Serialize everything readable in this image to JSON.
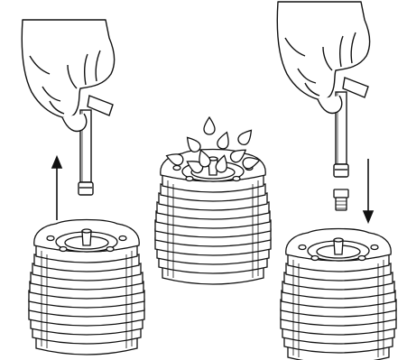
{
  "figure": {
    "panels": [
      {
        "id": "remove",
        "hand": "hand-holding-tool",
        "tool": "spark-plug-wrench",
        "head": "cylinder-head",
        "direction": "up"
      },
      {
        "id": "clean",
        "hand": "",
        "tool": "",
        "head": "cylinder-head",
        "direction": "none"
      },
      {
        "id": "install",
        "hand": "hand-holding-tool",
        "tool": "spark-plug-wrench",
        "head": "cylinder-head",
        "direction": "down"
      }
    ],
    "line_color": "#111111",
    "fill_color": "#ffffff",
    "background": "#ffffff"
  }
}
